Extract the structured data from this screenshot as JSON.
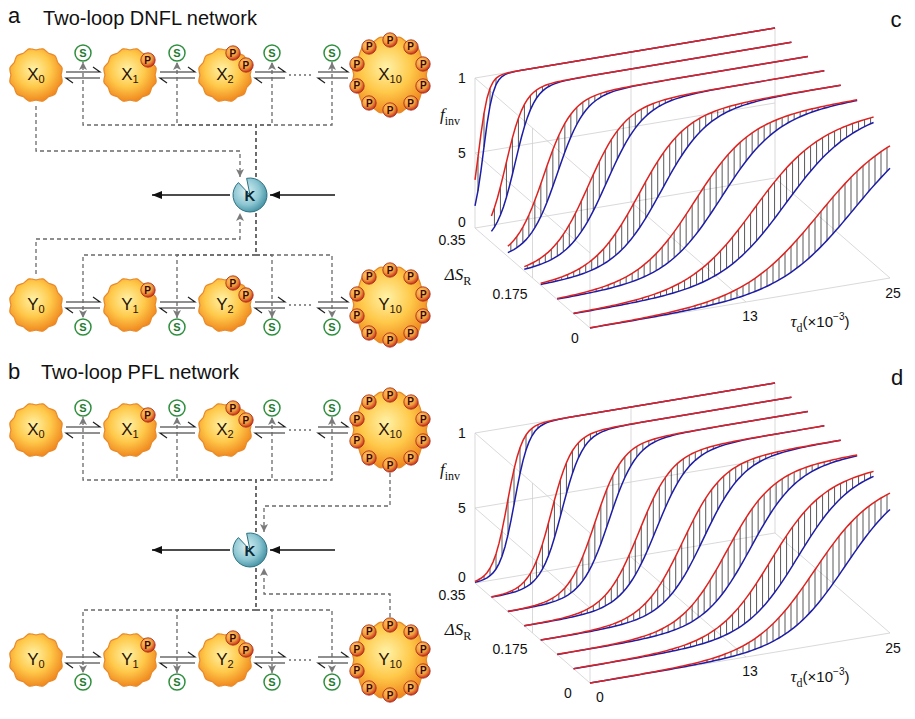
{
  "diagram": {
    "nodes": [
      {
        "text": [
          "X",
          "0"
        ]
      },
      {
        "text": [
          "X",
          "1"
        ]
      },
      {
        "text": [
          "P"
        ],
        "in": 1
      },
      {
        "text": [
          "X",
          "2"
        ]
      },
      {
        "text": [
          "P"
        ],
        "in": 3
      },
      {
        "text": [
          "P"
        ],
        "in": 3
      },
      {
        "text": [
          "X",
          "10"
        ]
      },
      {
        "text": [
          "P"
        ],
        "in": 6
      },
      {
        "text": [
          "P"
        ],
        "in": 6
      },
      {
        "text": [
          "P"
        ],
        "in": 6
      },
      {
        "text": [
          "P"
        ],
        "in": 6
      },
      {
        "text": [
          "P"
        ],
        "in": 6
      },
      {
        "text": [
          "P"
        ],
        "in": 6
      },
      {
        "text": [
          "P"
        ],
        "in": 6
      },
      {
        "text": [
          "P"
        ],
        "in": 6
      },
      {
        "text": [
          "P"
        ],
        "in": 6
      },
      {
        "text": [
          "P"
        ],
        "in": 6
      },
      {
        "text": [
          "S"
        ]
      },
      {
        "text": [
          "S"
        ]
      },
      {
        "text": [
          "S"
        ]
      },
      {
        "text": [
          "S"
        ]
      },
      {
        "text": [
          "K"
        ]
      },
      {
        "text": [
          "Y",
          "0"
        ]
      },
      {
        "text": [
          "Y",
          "1"
        ]
      },
      {
        "text": [
          "P"
        ],
        "in": 23
      },
      {
        "text": [
          "Y",
          "2"
        ]
      },
      {
        "text": [
          "P"
        ],
        "in": 25
      },
      {
        "text": [
          "P"
        ],
        "in": 25
      },
      {
        "text": [
          "Y",
          "10"
        ]
      },
      {
        "text": [
          "P"
        ],
        "in": 28
      },
      {
        "text": [
          "P"
        ],
        "in": 28
      },
      {
        "text": [
          "P"
        ],
        "in": 28
      },
      {
        "text": [
          "P"
        ],
        "in": 28
      },
      {
        "text": [
          "P"
        ],
        "in": 28
      },
      {
        "text": [
          "P"
        ],
        "in": 28
      },
      {
        "text": [
          "P"
        ],
        "in": 28
      },
      {
        "text": [
          "P"
        ],
        "in": 28
      },
      {
        "text": [
          "P"
        ],
        "in": 28
      },
      {
        "text": [
          "P"
        ],
        "in": 28
      },
      {
        "text": [
          "S"
        ]
      },
      {
        "text": [
          "S"
        ]
      },
      {
        "text": [
          "S"
        ]
      },
      {
        "text": [
          "S"
        ]
      },
      {
        "text": [
          "X",
          "0"
        ]
      },
      {
        "text": [
          "X",
          "1"
        ]
      },
      {
        "text": [
          "P"
        ],
        "in": 44
      },
      {
        "text": [
          "X",
          "2"
        ]
      },
      {
        "text": [
          "P"
        ],
        "in": 46
      },
      {
        "text": [
          "P"
        ],
        "in": 46
      },
      {
        "text": [
          "X",
          "10"
        ]
      },
      {
        "text": [
          "P"
        ],
        "in": 49
      },
      {
        "text": [
          "P"
        ],
        "in": 49
      },
      {
        "text": [
          "P"
        ],
        "in": 49
      },
      {
        "text": [
          "P"
        ],
        "in": 49
      },
      {
        "text": [
          "P"
        ],
        "in": 49
      },
      {
        "text": [
          "P"
        ],
        "in": 49
      },
      {
        "text": [
          "P"
        ],
        "in": 49
      },
      {
        "text": [
          "P"
        ],
        "in": 49
      },
      {
        "text": [
          "P"
        ],
        "in": 49
      },
      {
        "text": [
          "P"
        ],
        "in": 49
      },
      {
        "text": [
          "S"
        ]
      },
      {
        "text": [
          "S"
        ]
      },
      {
        "text": [
          "S"
        ]
      },
      {
        "text": [
          "S"
        ]
      },
      {
        "text": [
          "K"
        ]
      },
      {
        "text": [
          "Y",
          "0"
        ]
      },
      {
        "text": [
          "Y",
          "1"
        ]
      },
      {
        "text": [
          "P"
        ],
        "in": 66
      },
      {
        "text": [
          "Y",
          "2"
        ]
      },
      {
        "text": [
          "P"
        ],
        "in": 68
      },
      {
        "text": [
          "P"
        ],
        "in": 68
      },
      {
        "text": [
          "Y",
          "10"
        ]
      },
      {
        "text": [
          "P"
        ],
        "in": 71
      },
      {
        "text": [
          "P"
        ],
        "in": 71
      },
      {
        "text": [
          "P"
        ],
        "in": 71
      },
      {
        "text": [
          "P"
        ],
        "in": 71
      },
      {
        "text": [
          "P"
        ],
        "in": 71
      },
      {
        "text": [
          "P"
        ],
        "in": 71
      },
      {
        "text": [
          "P"
        ],
        "in": 71
      },
      {
        "text": [
          "P"
        ],
        "in": 71
      },
      {
        "text": [
          "P"
        ],
        "in": 71
      },
      {
        "text": [
          "P"
        ],
        "in": 71
      },
      {
        "text": [
          "S"
        ]
      },
      {
        "text": [
          "S"
        ]
      },
      {
        "text": [
          "S"
        ]
      },
      {
        "text": [
          "S"
        ]
      }
    ],
    "edges": [
      {
        "from": 0,
        "to": 1,
        "arrow": "both"
      },
      {
        "from": 1,
        "to": 3,
        "arrow": "both"
      },
      {
        "from": 3,
        "to": 6,
        "arrow": "both"
      },
      {
        "from": 22,
        "to": 23,
        "arrow": "both"
      },
      {
        "from": 23,
        "to": 25,
        "arrow": "both"
      },
      {
        "from": 25,
        "to": 28,
        "arrow": "both"
      },
      {
        "from": 21,
        "to": 17,
        "arrow": "to"
      },
      {
        "from": 21,
        "to": 18,
        "arrow": "to"
      },
      {
        "from": 21,
        "to": 19,
        "arrow": "to"
      },
      {
        "from": 21,
        "to": 20,
        "arrow": "to"
      },
      {
        "from": 21,
        "to": 39,
        "arrow": "to"
      },
      {
        "from": 21,
        "to": 40,
        "arrow": "to"
      },
      {
        "from": 21,
        "to": 41,
        "arrow": "to"
      },
      {
        "from": 21,
        "to": 42,
        "arrow": "to"
      },
      {
        "from": 0,
        "to": 21,
        "arrow": "to"
      },
      {
        "from": 22,
        "to": 21,
        "arrow": "to"
      },
      {
        "from": 43,
        "to": 44,
        "arrow": "both"
      },
      {
        "from": 44,
        "to": 46,
        "arrow": "both"
      },
      {
        "from": 46,
        "to": 49,
        "arrow": "both"
      },
      {
        "from": 65,
        "to": 66,
        "arrow": "both"
      },
      {
        "from": 66,
        "to": 68,
        "arrow": "both"
      },
      {
        "from": 68,
        "to": 71,
        "arrow": "both"
      },
      {
        "from": 64,
        "to": 60,
        "arrow": "to"
      },
      {
        "from": 64,
        "to": 61,
        "arrow": "to"
      },
      {
        "from": 64,
        "to": 62,
        "arrow": "to"
      },
      {
        "from": 64,
        "to": 63,
        "arrow": "to"
      },
      {
        "from": 64,
        "to": 82,
        "arrow": "to"
      },
      {
        "from": 64,
        "to": 83,
        "arrow": "to"
      },
      {
        "from": 64,
        "to": 84,
        "arrow": "to"
      },
      {
        "from": 64,
        "to": 85,
        "arrow": "to"
      },
      {
        "from": 49,
        "to": 64,
        "arrow": "to"
      },
      {
        "from": 71,
        "to": 64,
        "arrow": "to"
      }
    ],
    "labels": [
      "a",
      "Two-loop DNFL network",
      "b",
      "Two-loop PFL network",
      "c",
      "f",
      "inv",
      "1",
      "5",
      "0",
      "0.35",
      "ΔS",
      "R",
      "0.175",
      "0",
      "τ",
      "d",
      "(×10",
      "−3",
      ")",
      "13",
      "25",
      "d",
      "f",
      "inv",
      "1",
      "5",
      "0",
      "0.35",
      "ΔS",
      "R",
      "0.175",
      "0",
      "0",
      "τ",
      "d",
      "(×10",
      "−3",
      ")",
      "13",
      "25"
    ]
  }
}
